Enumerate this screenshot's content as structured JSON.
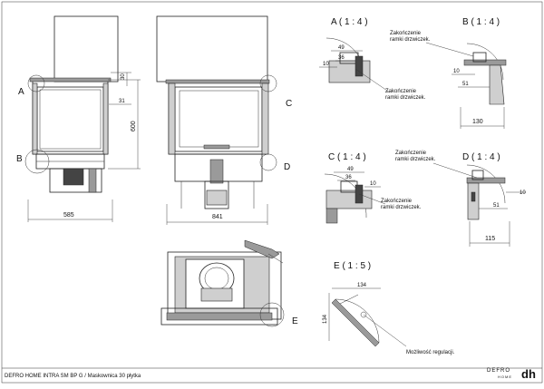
{
  "title_block": {
    "caption": "DEFRO HOME INTRA SM BP G / Maskownica 30 płytka",
    "brand": "DEFRO",
    "brand_sub": "HOME",
    "logo_mark": "dh"
  },
  "front_view": {
    "width_label": "585",
    "height_label": "600",
    "dim_30": "30",
    "dim_31": "31",
    "callout_a": "A",
    "callout_b": "B"
  },
  "side_view": {
    "width_label": "841",
    "callout_c": "C",
    "callout_d": "D"
  },
  "top_view": {
    "callout_e": "E"
  },
  "detail_a": {
    "title": "A ( 1 : 4 )",
    "dim_49": "49",
    "dim_36": "36",
    "dim_10": "10",
    "note_line1": "Zakończenie",
    "note_line2": "ramki drzwiczek."
  },
  "detail_b": {
    "title": "B ( 1 : 4 )",
    "dim_10": "10",
    "dim_51": "51",
    "dim_130": "130",
    "note_line1": "Zakończenie",
    "note_line2": "ramki drzwiczek."
  },
  "detail_c": {
    "title": "C ( 1 : 4 )",
    "dim_49": "49",
    "dim_36": "36",
    "dim_10": "10",
    "note_line1": "Zakończenie",
    "note_line2": "ramki drzwiczek."
  },
  "detail_d": {
    "title": "D ( 1 : 4 )",
    "dim_10": "10",
    "dim_51": "51",
    "dim_115": "115",
    "note_line1": "Zakończenie",
    "note_line2": "ramki drzwiczek."
  },
  "detail_e": {
    "title": "E ( 1 : 5 )",
    "dim_134_h": "134",
    "dim_134_v": "134",
    "note": "Możliwość regulacji."
  }
}
